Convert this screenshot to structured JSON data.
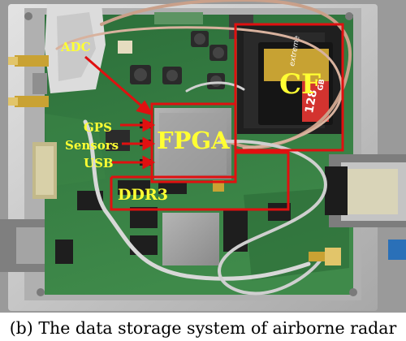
{
  "figure": {
    "caption": "(b) The data storage system of airborne radar"
  },
  "labels": {
    "adc": "ADC",
    "cf": "CF",
    "fpga": "FPGA",
    "gps": "GPS",
    "sensors": "Sensors",
    "usb": "USB",
    "ddr3": "DDR3"
  },
  "card_text": {
    "brand": "extreme",
    "capacity": "128",
    "unit": "GB"
  },
  "colors": {
    "annotation": "#e01010",
    "label_text": "#ffff33",
    "pcb": "#2f7a3c",
    "enclosure": "#c9c9c9"
  }
}
